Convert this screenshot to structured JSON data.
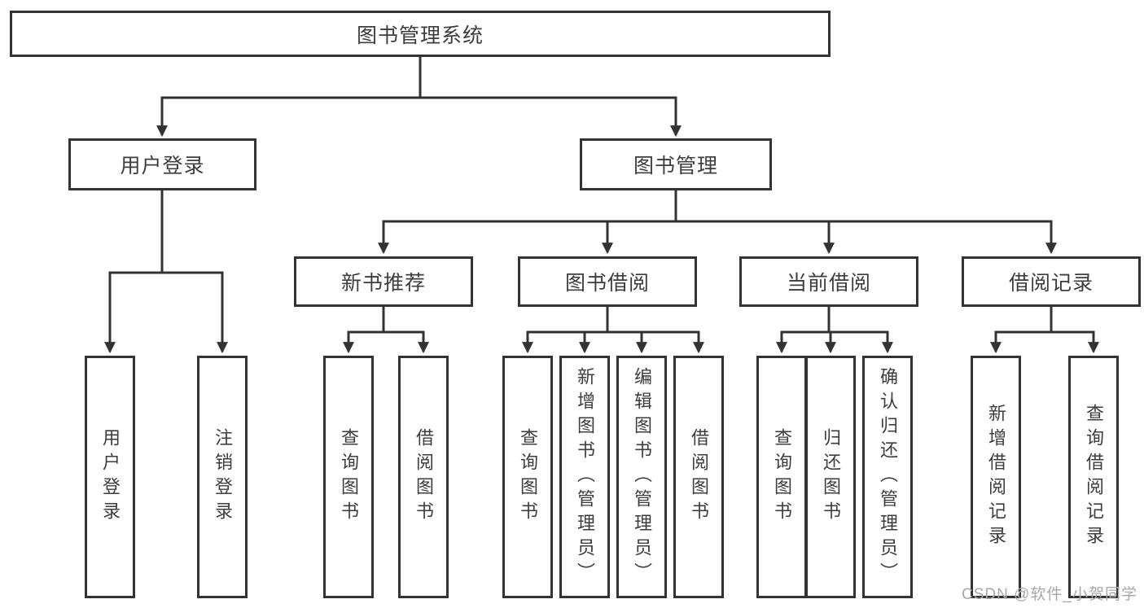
{
  "tree": {
    "label": "图书管理系统",
    "children": [
      {
        "label": "用户登录",
        "children": [
          {
            "label": "用户登录"
          },
          {
            "label": "注销登录"
          }
        ]
      },
      {
        "label": "图书管理",
        "children": [
          {
            "label": "新书推荐",
            "children": [
              {
                "label": "查询图书"
              },
              {
                "label": "借阅图书"
              }
            ]
          },
          {
            "label": "图书借阅",
            "children": [
              {
                "label": "查询图书"
              },
              {
                "label": "新增图书（管理员）"
              },
              {
                "label": "编辑图书（管理员）"
              },
              {
                "label": "借阅图书"
              }
            ]
          },
          {
            "label": "当前借阅",
            "children": [
              {
                "label": "查询图书"
              },
              {
                "label": "归还图书"
              },
              {
                "label": "确认归还（管理员）"
              }
            ]
          },
          {
            "label": "借阅记录",
            "children": [
              {
                "label": "新增借阅记录"
              },
              {
                "label": "查询借阅记录"
              }
            ]
          }
        ]
      }
    ]
  },
  "watermark": "CSDN @软件_小贺同学",
  "colors": {
    "line": "#333333",
    "box_border": "#333333",
    "box_background": "#ffffff",
    "text": "#3d3d3d",
    "watermark_text": "#a8a8a8",
    "page_background": "#ffffff"
  }
}
